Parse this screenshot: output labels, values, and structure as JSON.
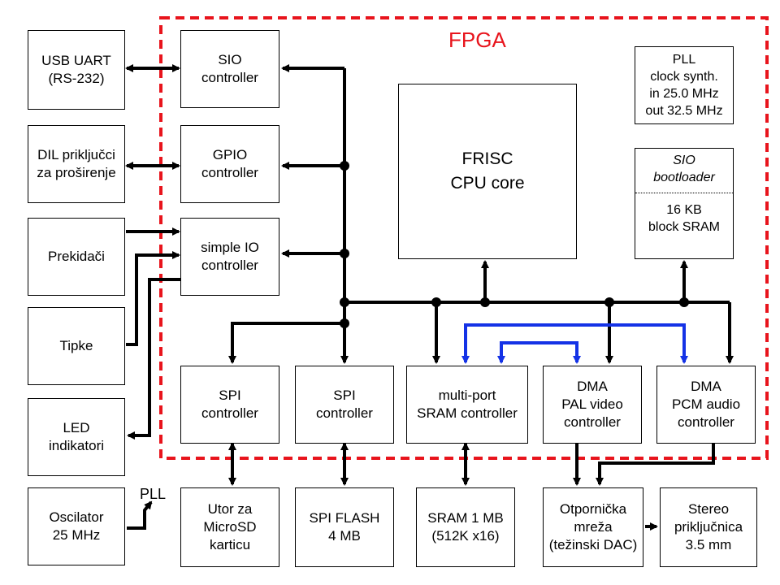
{
  "fpga": {
    "title": "FPGA",
    "border_color": "#e8141c"
  },
  "colors": {
    "bus": "#000000",
    "dma_bus": "#1432e6"
  },
  "external": {
    "usb_uart": [
      "USB UART",
      "(RS-232)"
    ],
    "dil": [
      "DIL priključci",
      "za proširenje"
    ],
    "prekidaci": [
      "Prekidači"
    ],
    "tipke": [
      "Tipke"
    ],
    "led": [
      "LED",
      "indikatori"
    ],
    "oscilator": [
      "Oscilator",
      "25 MHz"
    ],
    "pll_label": "PLL",
    "microsd": [
      "Utor za",
      "MicroSD",
      "karticu"
    ],
    "spi_flash": [
      "SPI FLASH",
      "4 MB"
    ],
    "sram": [
      "SRAM 1 MB",
      "(512K x16)"
    ],
    "otpornicka": [
      "Otpornička",
      "mreža",
      "(težinski DAC)"
    ],
    "stereo": [
      "Stereo",
      "priključnica",
      "3.5 mm"
    ]
  },
  "internal": {
    "sio": [
      "SIO",
      "controller"
    ],
    "gpio": [
      "GPIO",
      "controller"
    ],
    "simple_io": [
      "simple IO",
      "controller"
    ],
    "cpu": [
      "FRISC",
      "CPU core"
    ],
    "pll": [
      "PLL",
      "clock synth.",
      "in 25.0 MHz",
      "out 32.5 MHz"
    ],
    "bootloader_top": [
      "SIO",
      "bootloader"
    ],
    "bootloader_bottom": [
      "16 KB",
      "block SRAM"
    ],
    "spi1": [
      "SPI",
      "controller"
    ],
    "spi2": [
      "SPI",
      "controller"
    ],
    "multiport": [
      "multi-port",
      "SRAM controller"
    ],
    "dma_video": [
      "DMA",
      "PAL video",
      "controller"
    ],
    "dma_audio": [
      "DMA",
      "PCM audio",
      "controller"
    ]
  }
}
